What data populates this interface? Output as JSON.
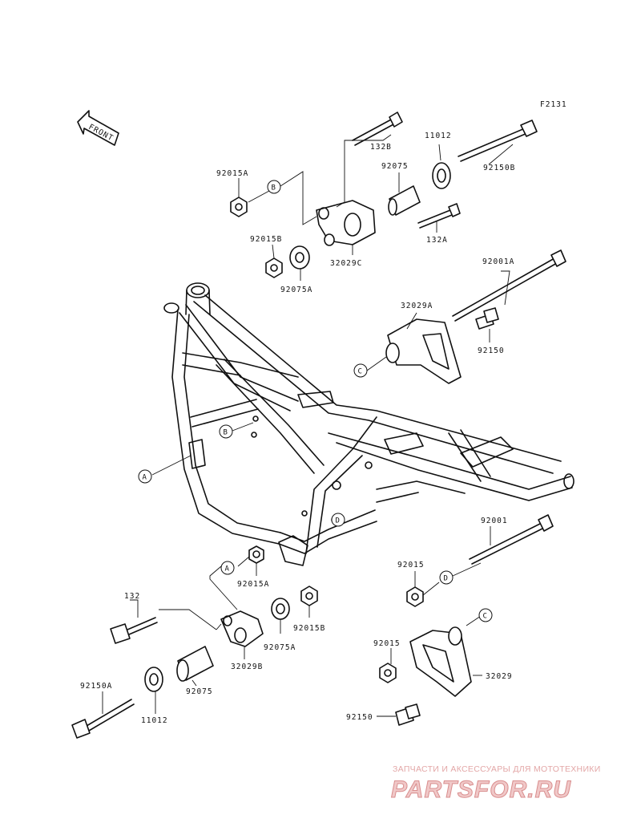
{
  "figure_code": "F2131",
  "front_arrow_text": "FRONT",
  "part_labels": [
    {
      "id": "132B",
      "text": "132B"
    },
    {
      "id": "11012-top",
      "text": "11012"
    },
    {
      "id": "92150B",
      "text": "92150B"
    },
    {
      "id": "92075-top",
      "text": "92075"
    },
    {
      "id": "92015A-top",
      "text": "92015A"
    },
    {
      "id": "132A",
      "text": "132A"
    },
    {
      "id": "92015B-top",
      "text": "92015B"
    },
    {
      "id": "32029C",
      "text": "32029C"
    },
    {
      "id": "92075A-top",
      "text": "92075A"
    },
    {
      "id": "92001A",
      "text": "92001A"
    },
    {
      "id": "32029A",
      "text": "32029A"
    },
    {
      "id": "92150-right",
      "text": "92150"
    },
    {
      "id": "92001",
      "text": "92001"
    },
    {
      "id": "92015-right",
      "text": "92015"
    },
    {
      "id": "92015A-bottom",
      "text": "92015A"
    },
    {
      "id": "132",
      "text": "132"
    },
    {
      "id": "92015B-bottom",
      "text": "92015B"
    },
    {
      "id": "92075A-bottom",
      "text": "92075A"
    },
    {
      "id": "32029B",
      "text": "32029B"
    },
    {
      "id": "92150A",
      "text": "92150A"
    },
    {
      "id": "92075-bottom",
      "text": "92075"
    },
    {
      "id": "11012-bottom",
      "text": "11012"
    },
    {
      "id": "92015-lower",
      "text": "92015"
    },
    {
      "id": "32029",
      "text": "32029"
    },
    {
      "id": "92150-bottom",
      "text": "92150"
    }
  ],
  "callouts": {
    "a": "A",
    "b": "B",
    "c": "C",
    "d": "D"
  },
  "watermark": {
    "tagline": "ЗАПЧАСТИ И АКСЕССУАРЫ ДЛЯ МОТОТЕХНИКИ",
    "logo": "PARTSFOR.RU"
  }
}
